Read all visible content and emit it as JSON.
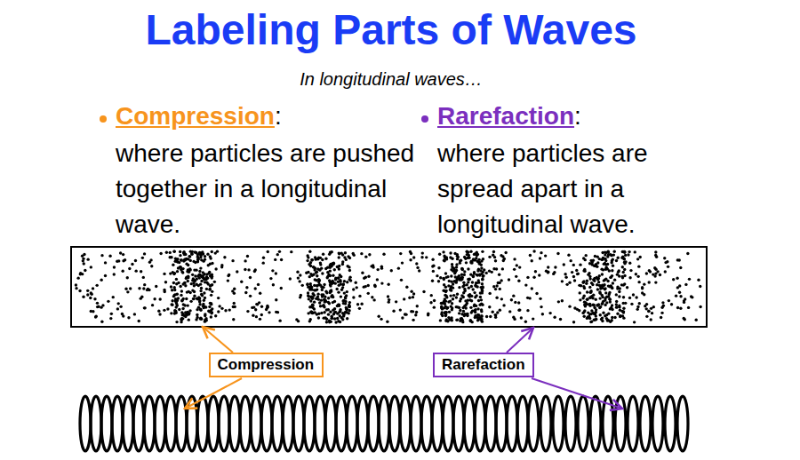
{
  "diagram": {
    "title": "Labeling Parts of Waves",
    "nodes": [
      {
        "text": [
          "Compression"
        ]
      },
      {
        "text": [
          "Rarefaction"
        ]
      }
    ],
    "labels": [
      "In longitudinal waves…",
      "Compression",
      ":",
      "where particles are pushed together in a longitudinal wave.",
      "Rarefaction",
      ":",
      "where particles are spread apart in a longitudinal wave."
    ]
  }
}
